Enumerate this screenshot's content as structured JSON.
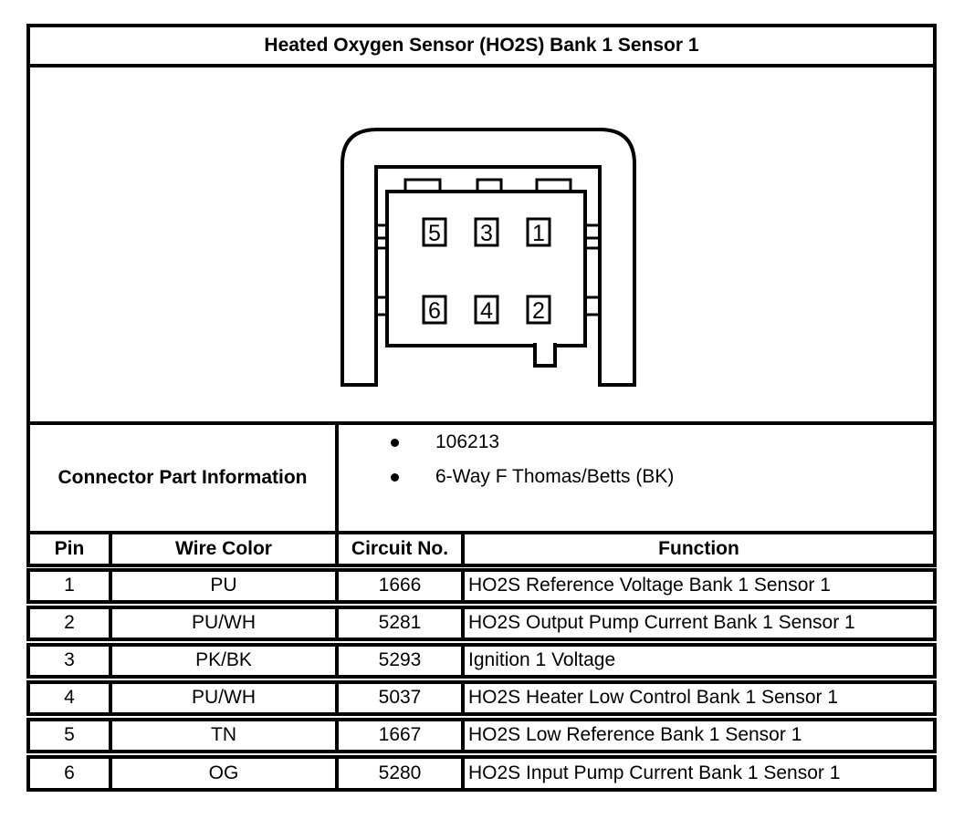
{
  "title": "Heated Oxygen Sensor (HO2S) Bank 1 Sensor 1",
  "connector_diagram": {
    "pin_labels_top": [
      "5",
      "3",
      "1"
    ],
    "pin_labels_bottom": [
      "6",
      "4",
      "2"
    ]
  },
  "part_info": {
    "label": "Connector Part Information",
    "bullets": [
      "106213",
      "6-Way F Thomas/Betts (BK)"
    ]
  },
  "pin_table": {
    "headers": {
      "pin": "Pin",
      "wire_color": "Wire Color",
      "circuit_no": "Circuit No.",
      "function": "Function"
    },
    "rows": [
      {
        "pin": "1",
        "wire_color": "PU",
        "circuit_no": "1666",
        "function": "HO2S Reference Voltage Bank 1 Sensor 1"
      },
      {
        "pin": "2",
        "wire_color": "PU/WH",
        "circuit_no": "5281",
        "function": "HO2S Output Pump Current Bank 1 Sensor 1"
      },
      {
        "pin": "3",
        "wire_color": "PK/BK",
        "circuit_no": "5293",
        "function": "Ignition 1 Voltage"
      },
      {
        "pin": "4",
        "wire_color": "PU/WH",
        "circuit_no": "5037",
        "function": "HO2S Heater Low Control Bank 1 Sensor 1"
      },
      {
        "pin": "5",
        "wire_color": "TN",
        "circuit_no": "1667",
        "function": "HO2S Low Reference Bank 1 Sensor 1"
      },
      {
        "pin": "6",
        "wire_color": "OG",
        "circuit_no": "5280",
        "function": "HO2S Input Pump Current Bank 1 Sensor 1"
      }
    ]
  },
  "colors": {
    "line": "#000000",
    "background": "#ffffff"
  }
}
